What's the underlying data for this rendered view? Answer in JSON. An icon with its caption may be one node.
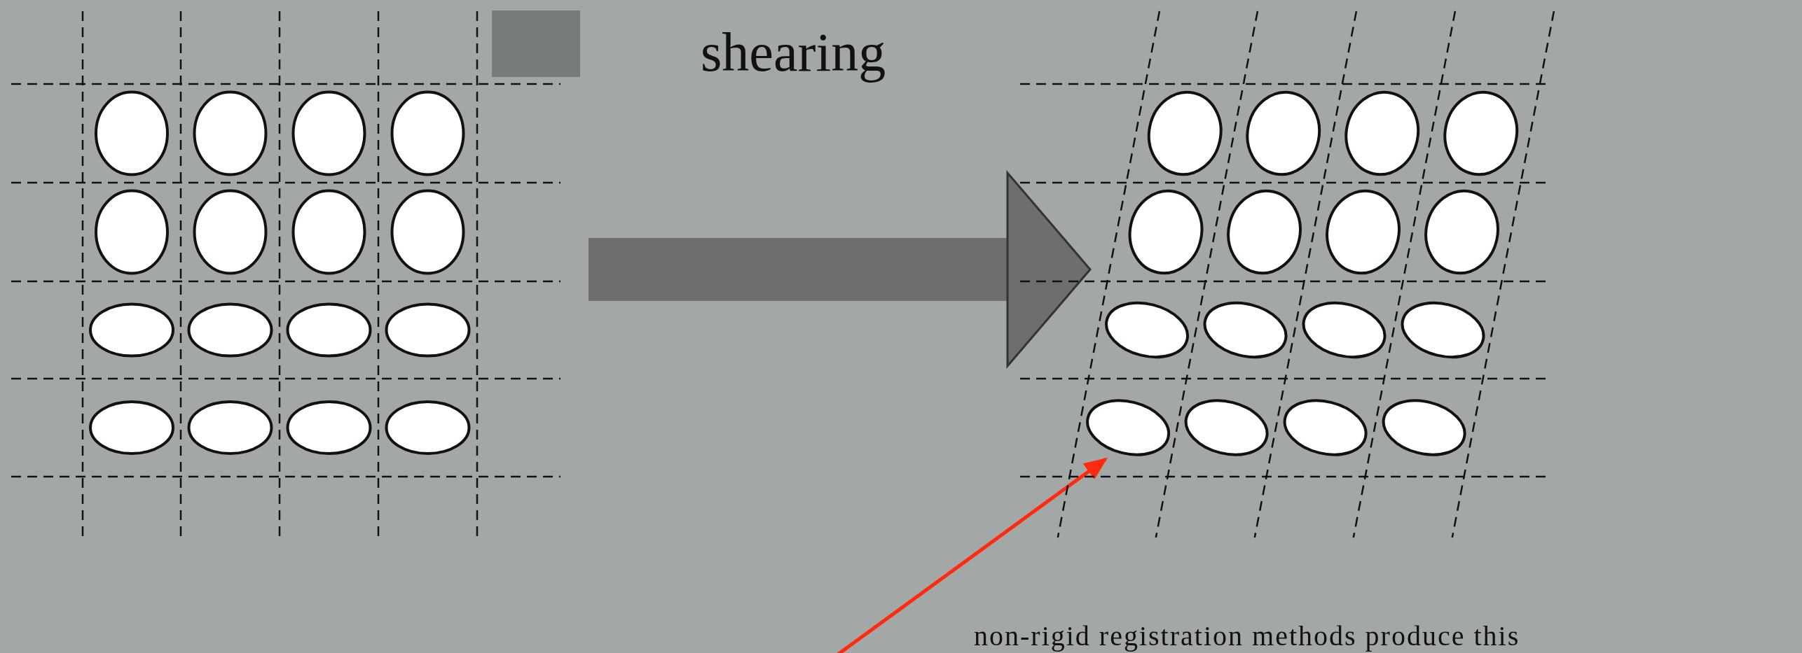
{
  "diagram": {
    "nodes": [
      {
        "text": [],
        "shape": "picture"
      },
      {
        "text": [],
        "shape": "picture"
      }
    ],
    "edges": [
      {
        "from": 0,
        "to": 1,
        "arrow": "to",
        "label": "shearing",
        "style": "thick",
        "color": "#6e6e6e"
      },
      {
        "from": null,
        "to": 1,
        "arrow": "to",
        "color": "#ff2a10"
      }
    ],
    "labels": [
      "non-rigid registration methods produce this"
    ]
  }
}
